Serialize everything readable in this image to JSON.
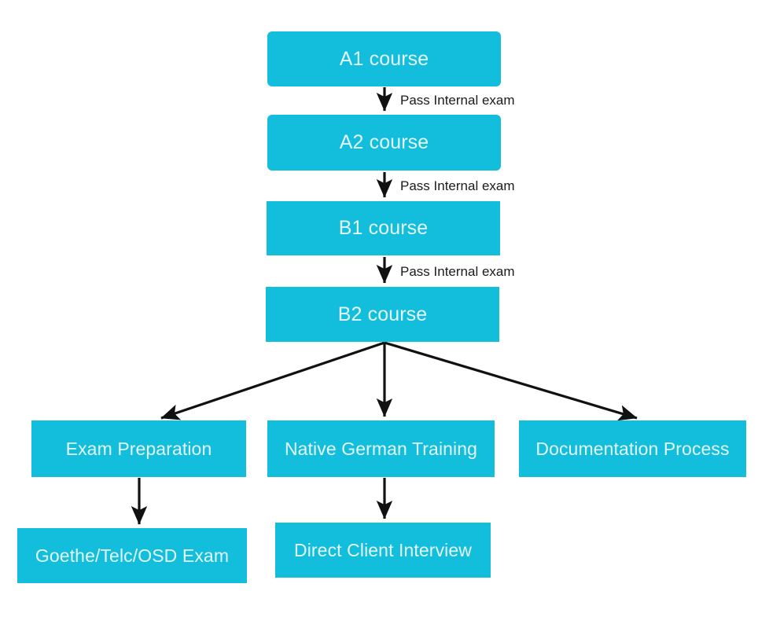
{
  "diagram": {
    "title": "German language course progression flowchart",
    "colors": {
      "node_fill": "#12bedc",
      "node_text": "#e3f7fb",
      "edge_stroke": "#111111",
      "label_text": "#1b1b1b",
      "background": "#ffffff"
    },
    "nodes": [
      {
        "id": "a1",
        "label": "A1 course"
      },
      {
        "id": "a2",
        "label": "A2 course"
      },
      {
        "id": "b1",
        "label": "B1 course"
      },
      {
        "id": "b2",
        "label": "B2 course"
      },
      {
        "id": "exam_prep",
        "label": "Exam Preparation"
      },
      {
        "id": "native_train",
        "label": "Native German Training"
      },
      {
        "id": "doc_process",
        "label": "Documentation Process"
      },
      {
        "id": "goethe",
        "label": "Goethe/Telc/OSD Exam"
      },
      {
        "id": "interview",
        "label": "Direct Client Interview"
      }
    ],
    "edges": [
      {
        "from": "a1",
        "to": "a2",
        "label": "Pass Internal exam"
      },
      {
        "from": "a2",
        "to": "b1",
        "label": "Pass Internal exam"
      },
      {
        "from": "b1",
        "to": "b2",
        "label": "Pass Internal exam"
      },
      {
        "from": "b2",
        "to": "exam_prep",
        "label": ""
      },
      {
        "from": "b2",
        "to": "native_train",
        "label": ""
      },
      {
        "from": "b2",
        "to": "doc_process",
        "label": ""
      },
      {
        "from": "exam_prep",
        "to": "goethe",
        "label": ""
      },
      {
        "from": "native_train",
        "to": "interview",
        "label": ""
      }
    ]
  }
}
